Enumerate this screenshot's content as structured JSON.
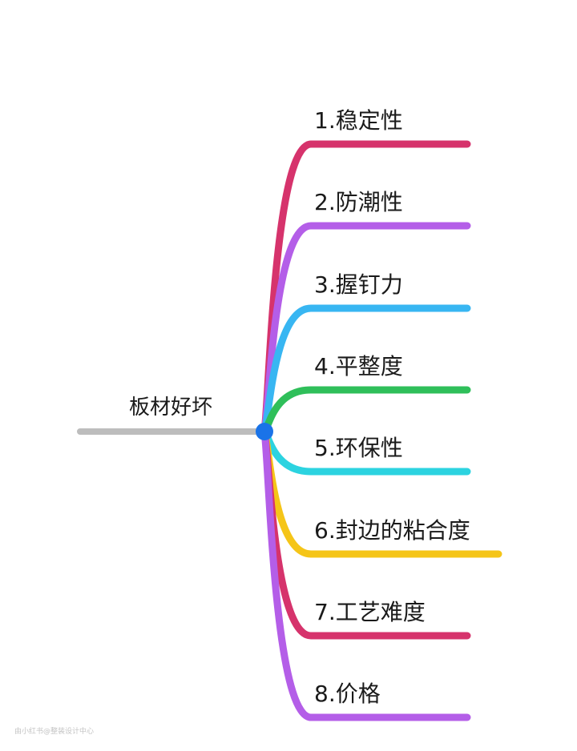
{
  "mindmap": {
    "root": {
      "label": "板材好坏",
      "line_color": "#bdbdbd",
      "node_color": "#1a73e8"
    },
    "branches": [
      {
        "label": "1.稳定性",
        "color": "#d6336c"
      },
      {
        "label": "2.防潮性",
        "color": "#b45ee8"
      },
      {
        "label": "3.握钉力",
        "color": "#38b6f2"
      },
      {
        "label": "4.平整度",
        "color": "#2fbf5a"
      },
      {
        "label": "5.环保性",
        "color": "#2cd3e0"
      },
      {
        "label": "6.封边的粘合度",
        "color": "#f5c518"
      },
      {
        "label": "7.工艺难度",
        "color": "#d6336c"
      },
      {
        "label": "8.价格",
        "color": "#b45ee8"
      }
    ]
  },
  "watermark": {
    "text": "由小红书@整装设计中心"
  }
}
